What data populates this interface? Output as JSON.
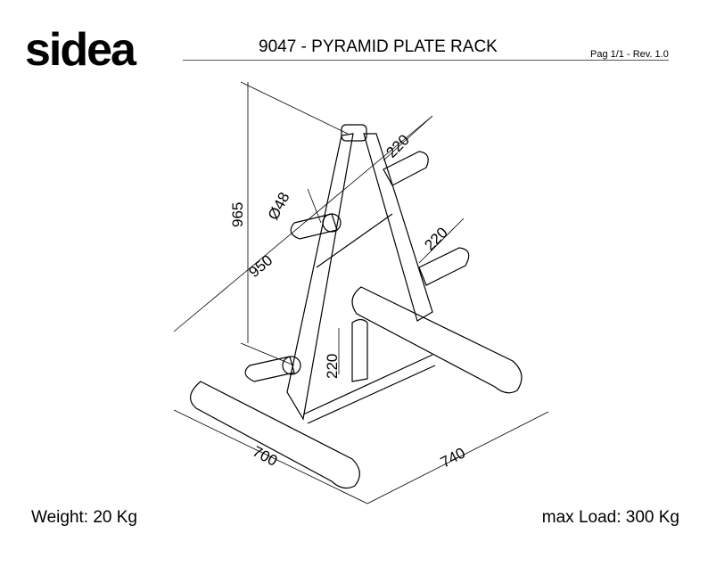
{
  "brand": {
    "logo": "sidea"
  },
  "header": {
    "title": "9047 - PYRAMID PLATE RACK",
    "page_info": "Pag 1/1 - Rev. 1.0"
  },
  "drawing": {
    "dimensions": {
      "height": "965",
      "diameter": "Ø48",
      "depth": "950",
      "peg_top": "220",
      "peg_right": "220",
      "peg_center": "220",
      "width_left": "700",
      "width_right": "740"
    }
  },
  "footer": {
    "weight": "Weight: 20 Kg",
    "max_load": "max Load: 300 Kg"
  }
}
